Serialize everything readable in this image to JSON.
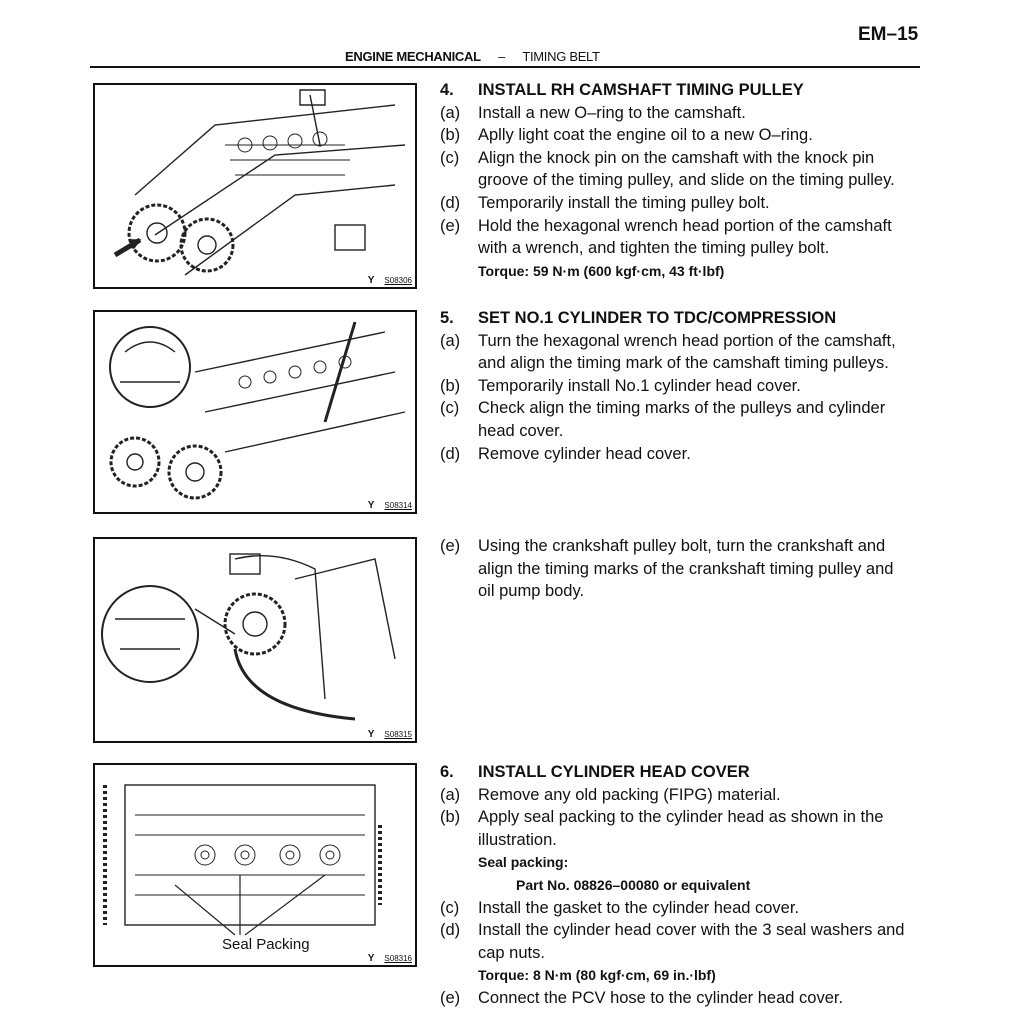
{
  "header": {
    "page_number": "EM–15",
    "section": "ENGINE MECHANICAL",
    "dash": "–",
    "subsection": "TIMING BELT"
  },
  "figures": [
    {
      "letter": "Y",
      "id": "S08306"
    },
    {
      "letter": "Y",
      "id": "S08314"
    },
    {
      "letter": "Y",
      "id": "S08315"
    },
    {
      "letter": "Y",
      "id": "S08316",
      "label": "Seal Packing"
    }
  ],
  "step4": {
    "num": "4.",
    "title": "INSTALL RH CAMSHAFT TIMING PULLEY",
    "items": [
      {
        "mark": "(a)",
        "lines": [
          "Install a new O–ring to the camshaft."
        ]
      },
      {
        "mark": "(b)",
        "lines": [
          "Aplly light coat the engine oil to a new O–ring."
        ]
      },
      {
        "mark": "(c)",
        "lines": [
          "Align the knock pin on the camshaft with the knock pin",
          "groove of the timing pulley, and slide on the timing pulley."
        ]
      },
      {
        "mark": "(d)",
        "lines": [
          "Temporarily install the timing pulley bolt."
        ]
      },
      {
        "mark": "(e)",
        "lines": [
          "Hold the hexagonal wrench head portion of the camshaft",
          "with a wrench, and tighten the timing pulley bolt."
        ]
      }
    ],
    "torque": "Torque: 59 N·m (600 kgf·cm, 43 ft·lbf)"
  },
  "step5": {
    "num": "5.",
    "title": "SET NO.1 CYLINDER TO TDC/COMPRESSION",
    "items": [
      {
        "mark": "(a)",
        "lines": [
          "Turn the hexagonal wrench head portion of the camshaft,",
          "and align the timing mark of the camshaft timing pulleys."
        ]
      },
      {
        "mark": "(b)",
        "lines": [
          "Temporarily install No.1 cylinder head cover."
        ]
      },
      {
        "mark": "(c)",
        "lines": [
          "Check align the timing marks of the pulleys and cylinder",
          "head cover."
        ]
      },
      {
        "mark": "(d)",
        "lines": [
          "Remove cylinder head cover."
        ]
      },
      {
        "mark": "(e)",
        "lines": [
          "Using the crankshaft pulley bolt, turn the crankshaft and",
          "align the timing marks of the crankshaft timing pulley and",
          "oil pump body."
        ]
      }
    ]
  },
  "step6": {
    "num": "6.",
    "title": "INSTALL CYLINDER HEAD COVER",
    "items": [
      {
        "mark": "(a)",
        "lines": [
          "Remove any old packing (FIPG) material."
        ]
      },
      {
        "mark": "(b)",
        "lines": [
          "Apply seal packing to the cylinder head as shown in the",
          "illustration."
        ]
      },
      {
        "mark": "(c)",
        "lines": [
          "Install the gasket to the cylinder head cover."
        ]
      },
      {
        "mark": "(d)",
        "lines": [
          "Install the cylinder head cover with the 3 seal washers and",
          "cap nuts."
        ]
      },
      {
        "mark": "(e)",
        "lines": [
          "Connect the PCV hose to the cylinder head cover."
        ]
      }
    ],
    "seal_label": "Seal packing:",
    "part": "Part No. 08826–00080 or equivalent",
    "torque": "Torque: 8 N·m (80 kgf·cm, 69 in.·lbf)"
  }
}
